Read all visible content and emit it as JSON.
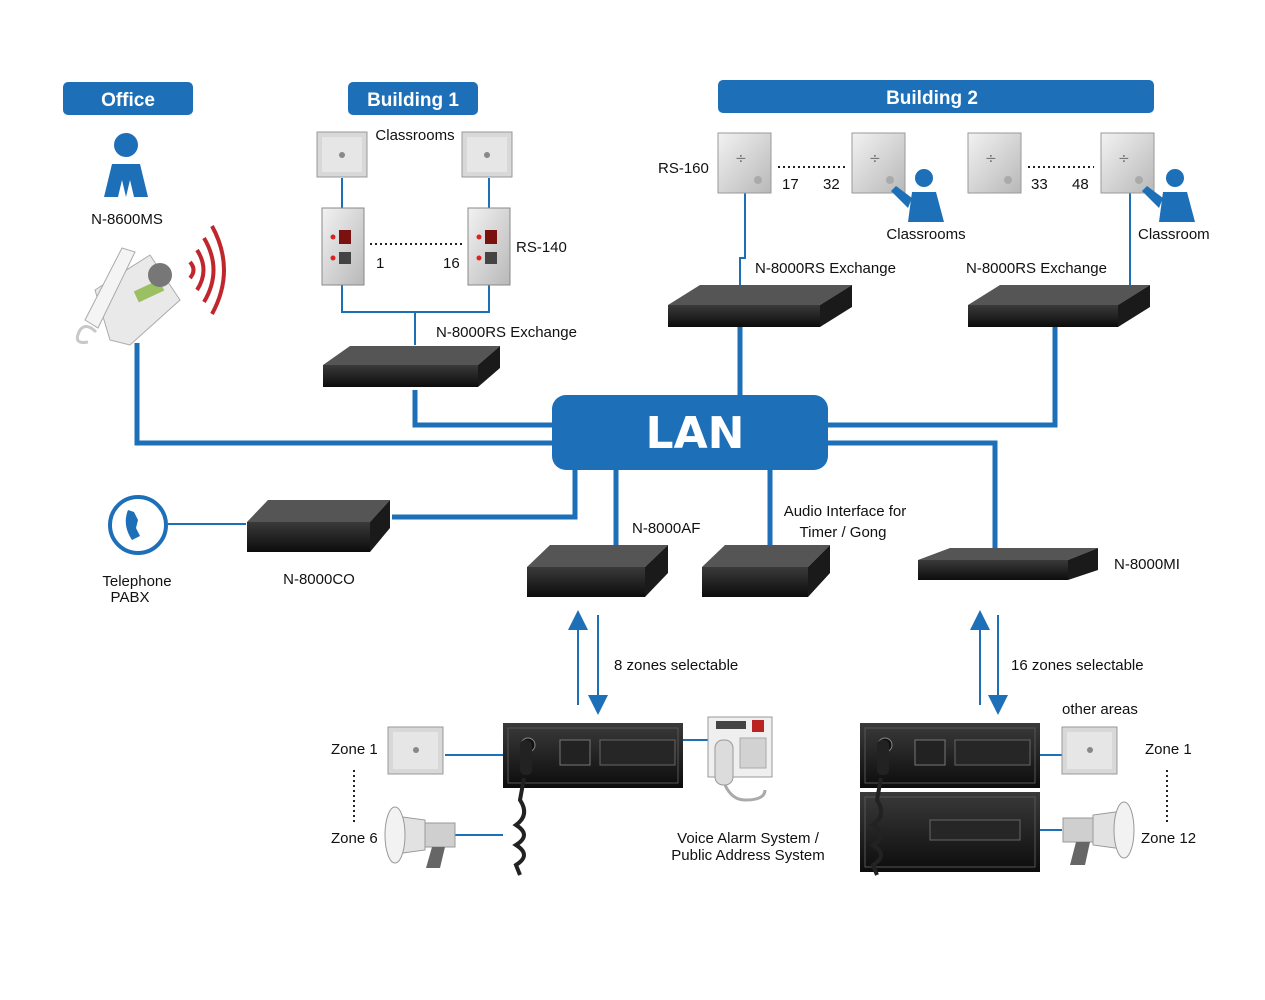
{
  "headers": {
    "office": "Office",
    "building1": "Building 1",
    "building2": "Building 2"
  },
  "center": {
    "lan": "LAN"
  },
  "labels": {
    "n8600ms": "N-8600MS",
    "classrooms_b1": "Classrooms",
    "rs140": "RS-140",
    "rs140_start": "1",
    "rs140_end": "16",
    "exchange_b1": "N-8000RS Exchange",
    "rs160": "RS-160",
    "range_a_start": "17",
    "range_a_end": "32",
    "range_b_start": "33",
    "range_b_end": "48",
    "classrooms_b2a": "Classrooms",
    "classrooms_b2b": "Classroom",
    "exchange_b2a": "N-8000RS Exchange",
    "exchange_b2b": "N-8000RS Exchange",
    "telephone_line1": "Telephone",
    "telephone_line2": "PABX",
    "n8000co": "N-8000CO",
    "n8000af": "N-8000AF",
    "audio_if_line1": "Audio Interface for",
    "audio_if_line2": "Timer / Gong",
    "n8000mi": "N-8000MI",
    "zones8": "8 zones selectable",
    "zones16": "16 zones selectable",
    "other_areas": "other areas",
    "zone1_left": "Zone 1",
    "zone6_left": "Zone 6",
    "zone1_right": "Zone 1",
    "zone12_right": "Zone 12",
    "vas_line1": "Voice Alarm System /",
    "vas_line2": "Public Address System"
  },
  "colors": {
    "accent": "#1d6fb8",
    "signal": "#c0272d"
  }
}
